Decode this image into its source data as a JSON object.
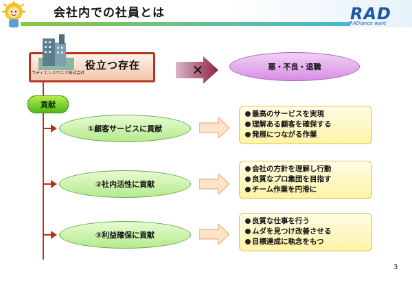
{
  "slide": {
    "title": "会社内での社員とは",
    "page_number": "3"
  },
  "logo": {
    "name": "RAD",
    "tagline": "RADiance ware"
  },
  "main": {
    "label": "役立つ存在",
    "company_caption": "ラディエンスウエア株式会社",
    "negation_symbol": "✕",
    "opposite_label": "悪・不良・退職",
    "contribution_label": "貢献"
  },
  "contributions": [
    {
      "label": "①顧客サービスに貢献",
      "points": [
        "最高のサービスを実現",
        "理解ある顧客を確保する",
        "発展につながる作業"
      ]
    },
    {
      "label": "②社内活性に貢献",
      "points": [
        "会社の方針を理解し行動",
        "良質なプロ集団を目指す",
        "チーム作業を円滑に"
      ]
    },
    {
      "label": "③利益確保に貢献",
      "points": [
        "良質な仕事を行う",
        "ムダを見つけ改善させる",
        "目標達成に執念をもつ"
      ]
    }
  ],
  "colors": {
    "tree_line": "#b4331f",
    "accent_green": "#8cc63f",
    "accent_blue": "#49b6d6",
    "logo_blue": "#1a57a8"
  }
}
